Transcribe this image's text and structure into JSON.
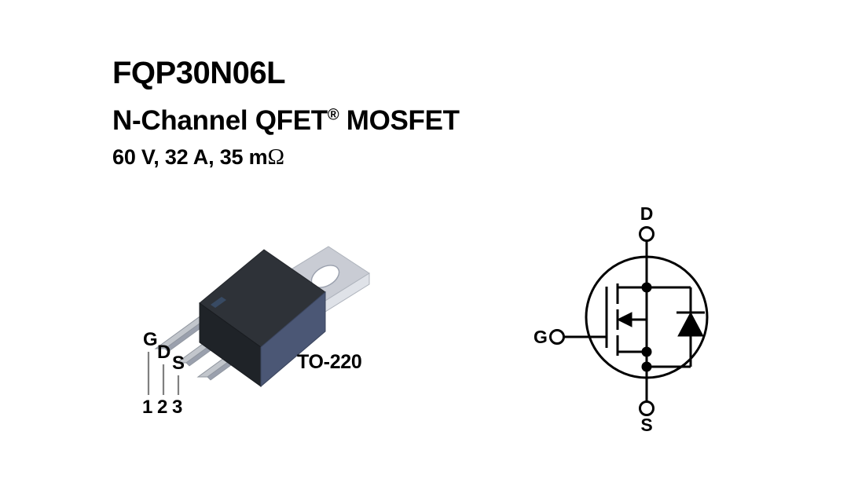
{
  "document": {
    "part_number": "FQP30N06L",
    "product_line_prefix": "N-Channel QFET",
    "product_line_reg": "®",
    "product_line_suffix": " MOSFET",
    "ratings": "60 V, 32 A, 35 m",
    "ratings_ohm": "Ω"
  },
  "package": {
    "label": "TO-220",
    "pins": [
      {
        "function": "G",
        "number": "1"
      },
      {
        "function": "D",
        "number": "2"
      },
      {
        "function": "S",
        "number": "3"
      }
    ],
    "colors": {
      "body_top": "#2e3238",
      "body_front": "#1f2328",
      "body_side": "#4b5775",
      "tab_face": "#c9ccd4",
      "tab_edge": "#9aa0ad",
      "lead": "#c2c6cc",
      "lead_edge": "#8f959e",
      "leader_line": "#808080"
    }
  },
  "schematic": {
    "terminals": [
      {
        "name": "D",
        "position": "top"
      },
      {
        "name": "G",
        "position": "left"
      },
      {
        "name": "S",
        "position": "bottom"
      }
    ],
    "symbol_type": "n-channel-mosfet-with-body-diode",
    "stroke_color": "#000000"
  }
}
